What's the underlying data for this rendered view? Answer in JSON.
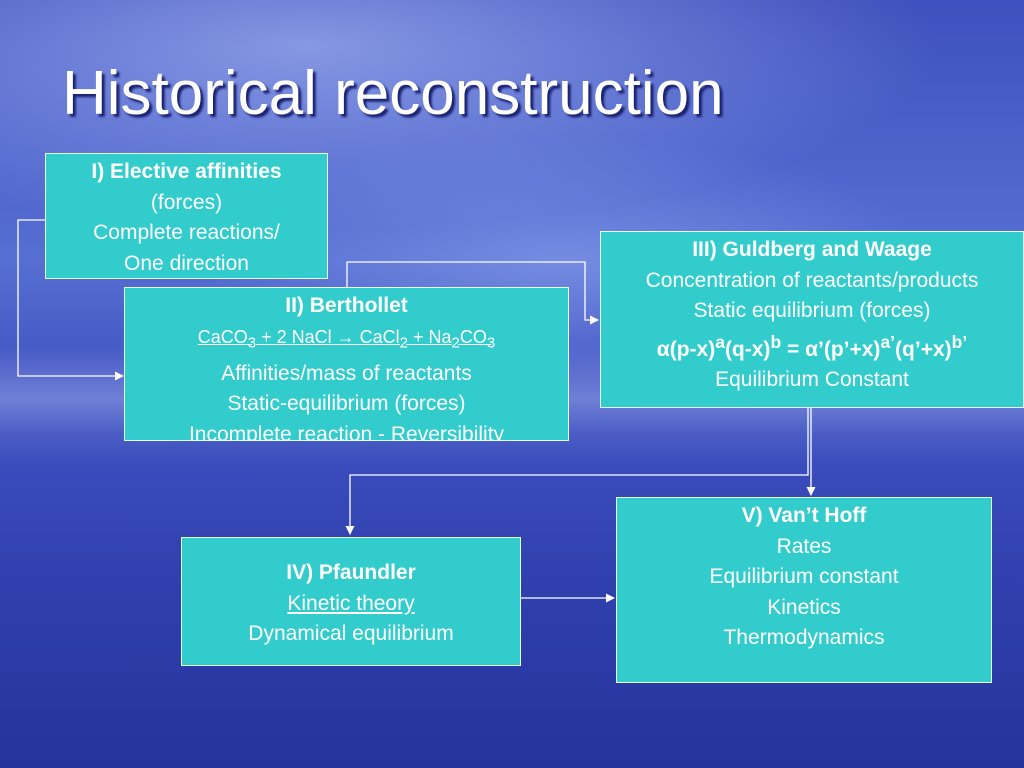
{
  "slide": {
    "title": "Historical reconstruction"
  },
  "boxes": {
    "elective": {
      "heading": "I) Elective affinities",
      "lines": [
        "(forces)",
        "Complete reactions/",
        "One direction"
      ]
    },
    "berthollet": {
      "heading": "II) Berthollet",
      "equation": "CaCO3 + 2 NaCl → CaCl2 + Na2CO3",
      "lines": [
        "Affinities/mass of reactants",
        "Static-equilibrium (forces)",
        "Incomplete reaction -  Reversibility"
      ]
    },
    "guldberg": {
      "heading": "III) Guldberg and Waage",
      "lines": [
        "Concentration of reactants/products",
        "Static equilibrium (forces)"
      ],
      "formula": "α(p-x)a(q-x)b = α’(p’+x)a’(q’+x)b’",
      "last_line": "Equilibrium Constant"
    },
    "pfaundler": {
      "heading": "IV) Pfaundler",
      "underlined": "Kinetic theory",
      "lines": [
        "Dynamical equilibrium"
      ]
    },
    "vanthoff": {
      "heading": "V) Van’t Hoff",
      "lines": [
        "Rates",
        "Equilibrium constant",
        "Kinetics",
        "Thermodynamics"
      ]
    }
  },
  "colors": {
    "box_fill": "#33cccc",
    "box_border": "#e8ffff",
    "text": "#ffffff",
    "connector": "#ffffff"
  }
}
